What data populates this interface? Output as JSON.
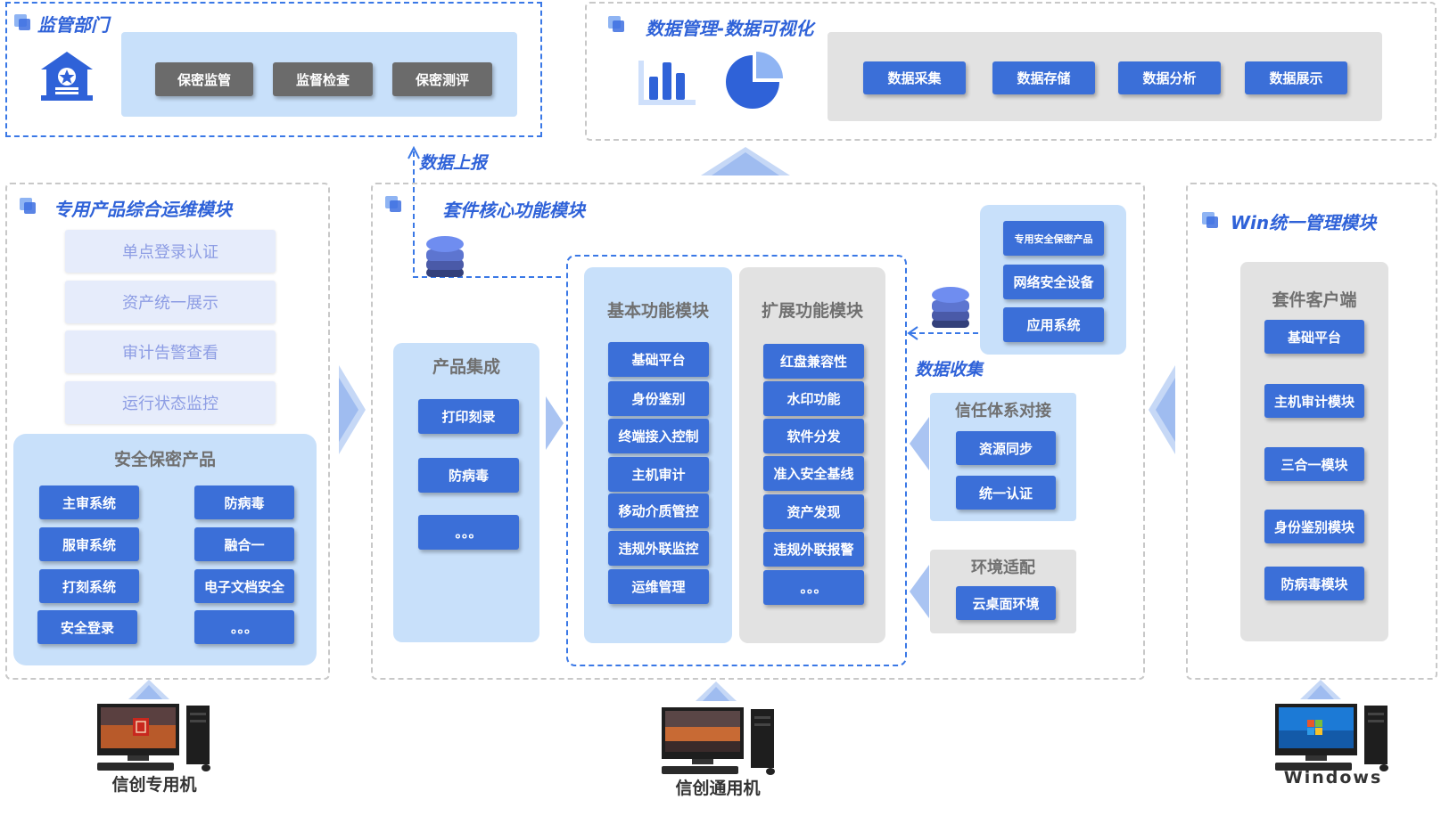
{
  "supervision": {
    "title": "监管部门",
    "buttons": [
      "保密监管",
      "监督检查",
      "保密测评"
    ]
  },
  "data_mgmt": {
    "title": "数据管理-数据可视化",
    "buttons": [
      "数据采集",
      "数据存储",
      "数据分析",
      "数据展示"
    ]
  },
  "report_label": "数据上报",
  "collect_label": "数据收集",
  "ops_module": {
    "title": "专用产品综合运维模块",
    "items": [
      "单点登录认证",
      "资产统一展示",
      "审计告警查看",
      "运行状态监控"
    ],
    "security_products": {
      "title": "安全保密产品",
      "items": [
        "主审系统",
        "防病毒",
        "服审系统",
        "融合一",
        "打刻系统",
        "电子文档安全",
        "安全登录",
        "。。。"
      ]
    }
  },
  "core_module": {
    "title": "套件核心功能模块",
    "product_integration": {
      "title": "产品集成",
      "items": [
        "打印刻录",
        "防病毒",
        "。。。"
      ]
    },
    "basic": {
      "title": "基本功能模块",
      "items": [
        "基础平台",
        "身份鉴别",
        "终端接入控制",
        "主机审计",
        "移动介质管控",
        "违规外联监控",
        "运维管理"
      ]
    },
    "extended": {
      "title": "扩展功能模块",
      "items": [
        "红盘兼容性",
        "水印功能",
        "软件分发",
        "准入安全基线",
        "资产发现",
        "违规外联报警",
        "。。。"
      ]
    },
    "sources": [
      "专用安全保密产品",
      "网络安全设备",
      "应用系统"
    ],
    "trust": {
      "title": "信任体系对接",
      "items": [
        "资源同步",
        "统一认证"
      ]
    },
    "env": {
      "title": "环境适配",
      "items": [
        "云桌面环境"
      ]
    }
  },
  "win_module": {
    "title": "Win统一管理模块",
    "client": {
      "title": "套件客户端",
      "items": [
        "基础平台",
        "主机审计模块",
        "三合一模块",
        "身份鉴别模块",
        "防病毒模块"
      ]
    }
  },
  "computers": [
    {
      "label": "信创专用机"
    },
    {
      "label": "信创通用机"
    },
    {
      "label": "Windows"
    }
  ],
  "colors": {
    "accent": "#2f62d8",
    "button": "#3b6fd8",
    "panel_light_blue": "#c8e0fa",
    "panel_gray": "#e2e2e2"
  }
}
